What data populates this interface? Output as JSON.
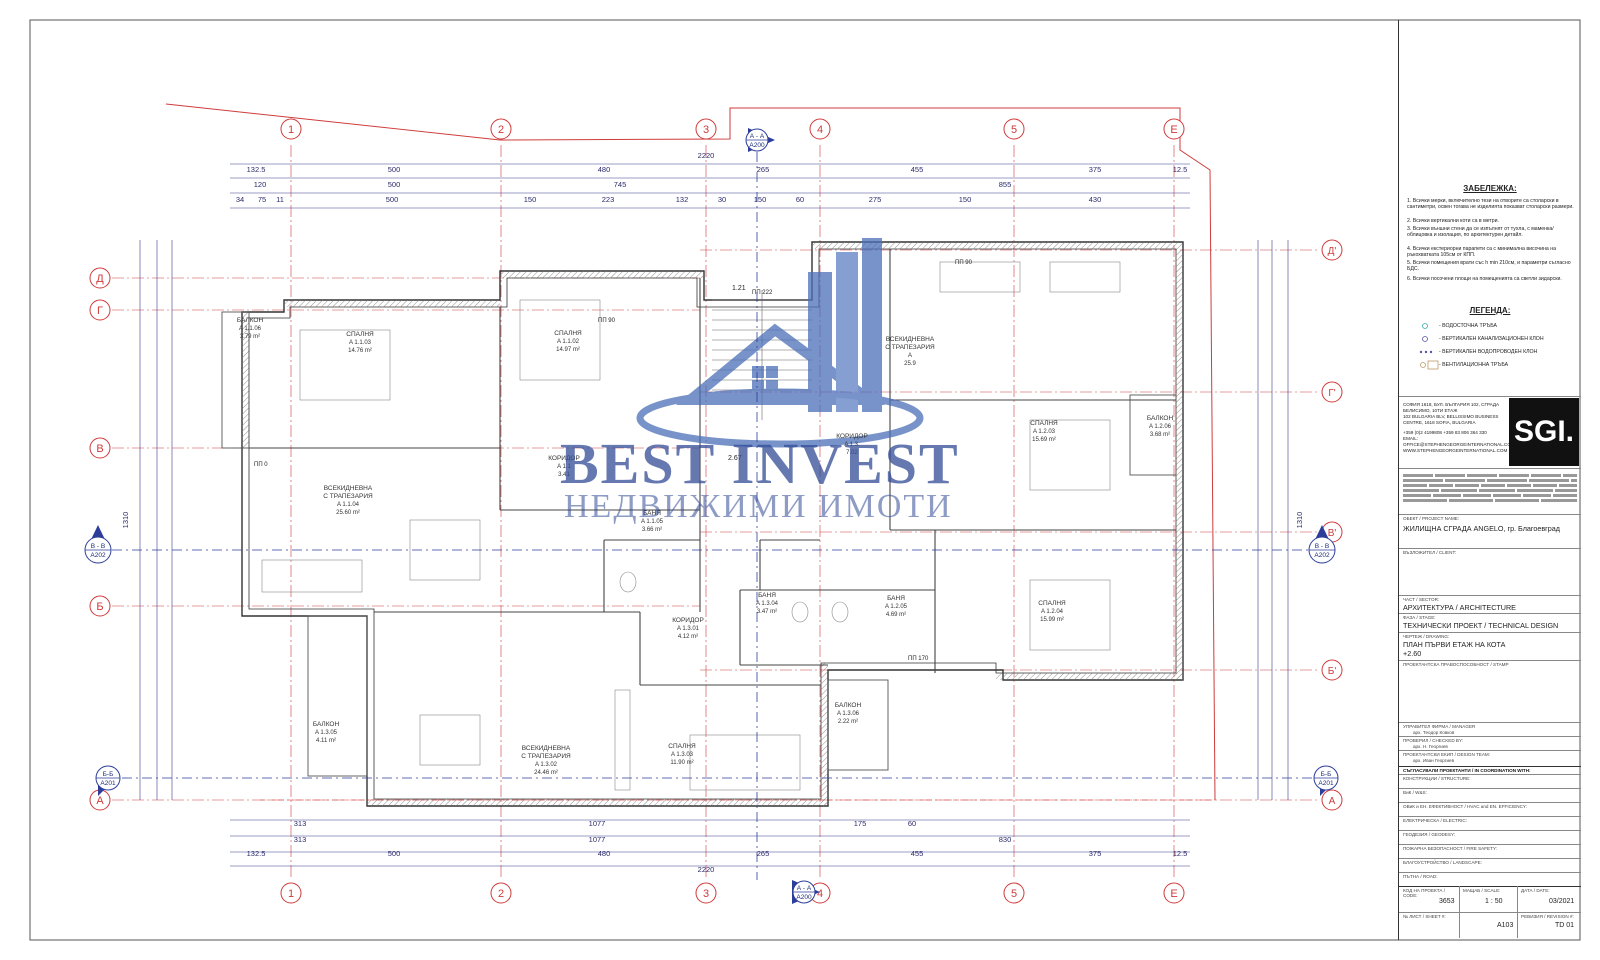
{
  "watermark": {
    "brand": "BEST INVEST",
    "subtitle": "НЕДВИЖИМИ ИМОТИ"
  },
  "grid": {
    "columns": [
      "1",
      "2",
      "3",
      "4",
      "5",
      "E"
    ],
    "rows": [
      "Д",
      "Г",
      "В",
      "Б",
      "А"
    ],
    "rows_right": [
      "Д'",
      "Г'",
      "В'",
      "Б'",
      "А"
    ]
  },
  "section_markers": [
    {
      "label": "А - А",
      "ref": "А200"
    },
    {
      "label": "В - В",
      "ref": "А202"
    },
    {
      "label": "Б-Б",
      "ref": "А201"
    }
  ],
  "dimensions": {
    "top_total": "2220",
    "top_row1": [
      "132.5",
      "500",
      "480",
      "265",
      "455",
      "375",
      "12.5"
    ],
    "top_row2": [
      "120",
      "500",
      "745",
      "855"
    ],
    "top_row3": [
      "34",
      "75",
      "11",
      "500",
      "150",
      "223",
      "132",
      "30",
      "150",
      "60",
      "275",
      "150",
      "430"
    ],
    "bottom_row1": [
      "313",
      "1077",
      "175",
      "60"
    ],
    "bottom_row2": [
      "313",
      "1077",
      "830"
    ],
    "bottom_row3": [
      "132.5",
      "500",
      "480",
      "265",
      "455",
      "375",
      "12.5"
    ],
    "bottom_total": "2220",
    "left_total": "1310",
    "right_total": "1310"
  },
  "rooms": [
    {
      "name": "СПАЛНЯ",
      "code": "A 1.1.03",
      "area": "14.76 m²"
    },
    {
      "name": "СПАЛНЯ",
      "code": "A 1.1.02",
      "area": "14.97 m²"
    },
    {
      "name": "БАЛКОН",
      "code": "A 1.1.06",
      "area": "3.79 m²"
    },
    {
      "name": "ВСЕКИДНЕВНА С ТРАПЕЗАРИЯ",
      "code": "A 1.1.04",
      "area": "25.60 m²"
    },
    {
      "name": "КОРИДОР",
      "code": "A 1.1",
      "area": "3.41"
    },
    {
      "name": "БАНЯ",
      "code": "A 1.1.05",
      "area": "3.66 m²"
    },
    {
      "name": "ВСЕКИДНЕВНА С ТРАПЕЗАРИЯ",
      "code": "A",
      "area": "25.9"
    },
    {
      "name": "КОРИДОР",
      "code": "A 1.3.",
      "area": "7.02"
    },
    {
      "name": "СПАЛНЯ",
      "code": "A 1.2.03",
      "area": "15.69 m²"
    },
    {
      "name": "БАЛКОН",
      "code": "A 1.2.06",
      "area": "3.68 m²"
    },
    {
      "name": "СПАЛНЯ",
      "code": "A 1.2.04",
      "area": "15.99 m²"
    },
    {
      "name": "БАНЯ",
      "code": "A 1.2.05",
      "area": "4.69 m²"
    },
    {
      "name": "БАНЯ",
      "code": "A 1.3.04",
      "area": "3.47 m²"
    },
    {
      "name": "КОРИДОР",
      "code": "A 1.3.01",
      "area": "4.12 m²"
    },
    {
      "name": "БАЛКОН",
      "code": "A 1.3.05",
      "area": "4.11 m²"
    },
    {
      "name": "ВСЕКИДНЕВНА С ТРАПЕЗАРИЯ",
      "code": "A 1.3.02",
      "area": "24.46 m²"
    },
    {
      "name": "СПАЛНЯ",
      "code": "A 1.3.03",
      "area": "11.90 m²"
    },
    {
      "name": "БАЛКОН",
      "code": "A 1.3.06",
      "area": "2.22 m²"
    }
  ],
  "labels": {
    "stair_level": "2.67",
    "stair_level2": "1.21",
    "pp222": "ПП 222",
    "pp90": "ПП 90",
    "pp0": "ПП 0",
    "pp170": "ПП 170"
  },
  "title_block": {
    "notes_title": "ЗАБЕЛЕЖКА:",
    "notes": [
      "1. Всички мерки, включително тези на отворите са столарски в сантиметри, освен тогава не изделията показват столарски размери.",
      "2. Всички вертикални коти са в метри.",
      "3. Всички външни стени да се изпълнят от тухла, с маменка/облицовка и изолация, по архитектурен детайл.",
      "4. Всички екстериорни парапети са с минимална височина на ръкохватката 105см от КПП.",
      "5. Всички помещения врати със h min 210см, и параметри съгласно БДС.",
      "6. Всички посочени площи на помещенията са светли зидарски."
    ],
    "legend_title": "ЛЕГЕНДА:",
    "legend": [
      "- ВОДОСТОЧНА ТРЪБА",
      "- ВЕРТИКАЛЕН КАНАЛИЗАЦИОНЕН КЛОН",
      "- ВЕРТИКАЛЕН ВОДОПРОВОДЕН КЛОН",
      "- ВЕНТИЛАЦИОННА ТРЪБА"
    ],
    "company_lines": [
      "СОФИЯ 1618, БУЛ. БЪЛГАРИЯ 102, СГРАДА БЕЛИСИМО, 10ТИ ЕТАЖ",
      "102 BULGARIA BLV, BELLISSIMO BUSINESS CENTRE, 1618 SOFIA, BULGARIA",
      "+359 (0)2 4199808 +359 83 806 364 330",
      "EMAIL: OFFICE@STEPHENGEORGEINTERNATIONAL.COM",
      "WWW.STEPHENGEORGEINTERNATIONAL.COM"
    ],
    "logo": "SGI.",
    "project_label": "ОБЕКТ / PROJECT NAME:",
    "project": "ЖИЛИЩНА СГРАДА ANGELO, гр. Благоевград",
    "client_label": "ВЪЗЛОЖИТЕЛ / CLIENT:",
    "sector_label": "ЧАСТ / SECTOR:",
    "sector": "АРХИТЕКТУРА / ARCHITECTURE",
    "phase_label": "ФАЗА / STAGE:",
    "phase": "ТЕХНИЧЕСКИ ПРОЕКТ / TECHNICAL DESIGN",
    "drawing_label": "ЧЕРТЕЖ / DRAWING:",
    "drawing_line1": "ПЛАН ПЪРВИ ЕТАЖ НА КОТА",
    "drawing_line2": "+2.60",
    "stamp_label": "ПРОЕКТАНТСКА ПРАВОСПОСОБНОСТ / STAMP",
    "manager_label": "УПРАВИТЕЛ ФИРМА / MANAGER",
    "manager": "арх. Теодор Ковков",
    "checked_label": "ПРОВЕРИЛ / CHECKED BY:",
    "checked": "арх. Н. Георгиев",
    "design_label": "ПРОЕКТАНТСКИ ЕКИП / DESIGN TEAM:",
    "design": "арх. Иван Георгиев",
    "coord_title": "СЪГЛАСУВАЛИ ПРОЕКТАНТИ / IN COORDINATION WITH:",
    "coord": [
      "КОНСТРУКЦИИ / STRUCTURE:",
      "ВиК / W&S:",
      "ОВиК и ЕН. ЕФЕКТИВНОСТ / HVAC and EN. EFFICIENCY:",
      "ЕЛЕКТРИЧЕСКА / ELECTRIC:",
      "ГЕОДЕЗИЯ / GEODESY:",
      "ПОЖАРНА БЕЗОПАСНОСТ / FIRE SAFETY:",
      "БЛАГОУСТРОЙСТВО / LANDSCAPE:",
      "ПЪТНА / ROAD:"
    ],
    "code_label": "КОД НА ПРОЕКТА / CODE:",
    "code": "3653",
    "scale_label": "МАЩАБ / SCALE:",
    "scale": "1 : 50",
    "date_label": "ДАТА / DATE:",
    "date": "03/2021",
    "sheet_label": "№ ЛИСТ / SHEET #:",
    "sheet": "А103",
    "revision_label": "РЕВИЗИЯ / REVISION #:",
    "revision": "TD 01"
  },
  "colors": {
    "grid_line": "#cf3b3b",
    "dimension": "#3a3a8c",
    "wall": "#4a4a4a",
    "logo_blue": "#4a6fb8"
  }
}
